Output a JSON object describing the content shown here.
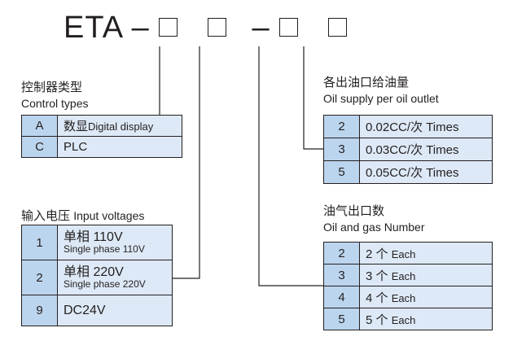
{
  "title": {
    "prefix": "ETA",
    "dash1": "–",
    "dash2": "–"
  },
  "control": {
    "title_cn": "控制器类型",
    "title_en": "Control types",
    "rows": [
      {
        "key": "A",
        "cn": "数显",
        "en": "Digital display"
      },
      {
        "key": "C",
        "cn": "",
        "en": "PLC"
      }
    ]
  },
  "voltage": {
    "title_cn": "输入电压",
    "title_en": "Input voltages",
    "rows": [
      {
        "key": "1",
        "main": "单相 110V",
        "sub": "Single phase 110V"
      },
      {
        "key": "2",
        "main": "单相 220V",
        "sub": "Single phase 220V"
      },
      {
        "key": "9",
        "main": "DC24V",
        "sub": ""
      }
    ]
  },
  "oil_supply": {
    "title_cn": "各出油口给油量",
    "title_en": "Oil supply per oil outlet",
    "rows": [
      {
        "key": "2",
        "value": "0.02CC/次 Times"
      },
      {
        "key": "3",
        "value": "0.03CC/次 Times"
      },
      {
        "key": "5",
        "value": "0.05CC/次 Times"
      }
    ]
  },
  "outlets": {
    "title_cn": "油气出口数",
    "title_en": "Oil and gas Number",
    "rows": [
      {
        "key": "2",
        "num": "2",
        "cn": "个",
        "en": "Each"
      },
      {
        "key": "3",
        "num": "3",
        "cn": "个",
        "en": "Each"
      },
      {
        "key": "4",
        "num": "4",
        "cn": "个",
        "en": "Each"
      },
      {
        "key": "5",
        "num": "5",
        "cn": "个",
        "en": "Each"
      }
    ]
  }
}
